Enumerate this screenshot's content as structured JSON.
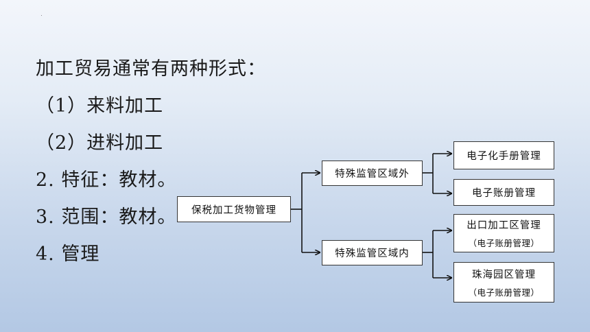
{
  "text_lines": [
    "加工贸易通常有两种形式：",
    "（1）来料加工",
    "（2）进料加工",
    "2. 特征：教材。",
    "3. 范围：教材。",
    "4. 管理"
  ],
  "diagram": {
    "root": "保税加工货物管理",
    "outside": "特殊监管区域外",
    "inside": "特殊监管区域内",
    "ebook_manual": "电子化手册管理",
    "eaccount": "电子账册管理",
    "export_zone": "出口加工区管理",
    "export_zone_note": "（电子账册管理）",
    "zhuhai": "珠海园区管理",
    "zhuhai_note": "（电子账册管理）"
  }
}
